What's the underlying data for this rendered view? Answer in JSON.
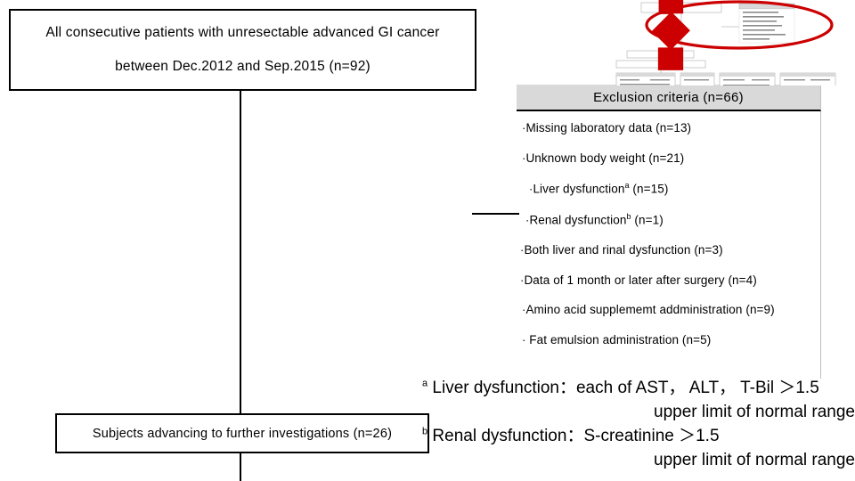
{
  "flowchart": {
    "top_box": {
      "line1": "All consecutive patients with unresectable advanced GI cancer",
      "line2": "between  Dec.2012 and Sep.2015 (n=92)"
    },
    "bottom_box": {
      "line1": "Subjects advancing to further investigations (n=26)"
    }
  },
  "exclusion": {
    "header": "Exclusion criteria (n=66)",
    "bullet": "·",
    "items": [
      {
        "text": "Missing laboratory data (n=13)",
        "sup": ""
      },
      {
        "text": "Unknown body weight (n=21)",
        "sup": ""
      },
      {
        "text": "Liver dysfunction",
        "sup": "a",
        "tail": " (n=15)"
      },
      {
        "text": "Renal dysfunction",
        "sup": "b",
        "tail": " (n=1)"
      },
      {
        "text": "Both liver and rinal dysfunction (n=3)",
        "sup": ""
      },
      {
        "text": "Data of 1 month or later after surgery (n=4)",
        "sup": ""
      },
      {
        "text": "Amino acid supplememt addministration (n=9)",
        "sup": ""
      },
      {
        "text": " Fat emulsion administration (n=5)",
        "sup": ""
      }
    ]
  },
  "footnotes": {
    "a_marker": "a",
    "a_line1": " Liver dysfunction：each of AST， ALT， T-Bil ＞1.5",
    "a_line2": "upper limit of normal range",
    "b_marker": "b",
    "b_line1": " Renal dysfunction：S-creatinine ＞1.5",
    "b_line2": "upper limit of normal range"
  },
  "thumbnail": {
    "annotation_color": "#cc0000",
    "box_fill": "#d9d9d9",
    "line_color": "#9a9a9a"
  }
}
